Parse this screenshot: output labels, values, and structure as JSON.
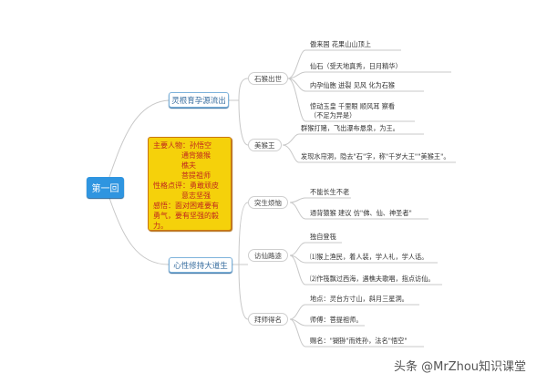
{
  "root": {
    "label": "第一回",
    "color": "#2f95e0"
  },
  "note": {
    "lines": [
      {
        "text": "主要人物：孙悟空",
        "indent": false
      },
      {
        "text": "通背猿猴",
        "indent": true
      },
      {
        "text": "樵夫",
        "indent": true
      },
      {
        "text": "菩提祖师",
        "indent": true
      },
      {
        "text": "性格点评：勇敢顽皮",
        "indent": false
      },
      {
        "text": "意志坚强",
        "indent": true
      },
      {
        "text": "感悟：面对困难要有",
        "indent": false
      },
      {
        "text": "勇气，要有坚强的毅",
        "indent": false
      },
      {
        "text": "力。",
        "indent": false
      }
    ],
    "bg": "#f5d10b",
    "text_color": "#c0281e"
  },
  "branches": [
    {
      "label": "灵根育孕源流出",
      "children": [
        {
          "label": "石猴出世",
          "leaves": [
            "傲来国 花果山山顶上",
            "仙石（受天地真秀，日月精华）",
            "内孕仙胞 迸裂 见风 化为石猴",
            "惊动玉皇 千里眼 顺风耳 察看",
            "（不足为异是）"
          ]
        },
        {
          "label": "美猴王",
          "leaves": [
            "群猴打赌，飞出瀑布悬泉，为王。",
            "发现水帘洞，隐去\"石\"字，称\"千岁大王\"\"美猴王\"。"
          ]
        }
      ]
    },
    {
      "label": "心性修持大道生",
      "children": [
        {
          "label": "突生烦恼",
          "leaves": [
            "不能长生不老",
            "通背猿猴 建议 仿\"佛、仙、神圣者\""
          ]
        },
        {
          "label": "访仙路途",
          "leaves": [
            "独自登筏",
            "⑴猴上渔民，着人装，学人礼，学人话。",
            "⑵作筏飘过西海，遇樵夫歌唱，指点访仙。"
          ]
        },
        {
          "label": "拜师得名",
          "leaves": [
            "地点：灵台方寸山，斜月三星洞。",
            "师傅：菩提祖师。",
            "赐名：\"猢狲\"而姓孙，法名\"悟空\""
          ]
        }
      ]
    }
  ],
  "watermark": "头条 @MrZhou知识课堂"
}
